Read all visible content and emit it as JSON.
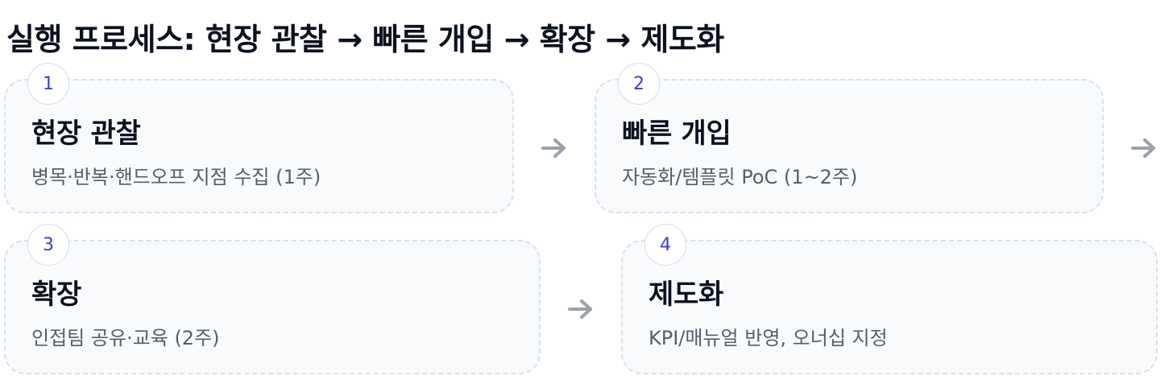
{
  "title": "실행 프로세스: 현장 관찰 → 빠른 개입 → 확장 → 제도화",
  "colors": {
    "card_background": "#f8fafc",
    "card_border": "#d6e0ef",
    "badge_number": "#3b3bd6",
    "arrow": "#9aa1ad",
    "title_text": "#0b1220",
    "desc_text": "#555e6b"
  },
  "steps": [
    {
      "number": "1",
      "title": "현장 관찰",
      "description": "병목·반복·핸드오프 지점 수집 (1주)"
    },
    {
      "number": "2",
      "title": "빠른 개입",
      "description": "자동화/템플릿 PoC (1~2주)"
    },
    {
      "number": "3",
      "title": "확장",
      "description": "인접팀 공유·교육 (2주)"
    },
    {
      "number": "4",
      "title": "제도화",
      "description": "KPI/매뉴얼 반영, 오너십 지정"
    }
  ],
  "connectors": [
    {
      "icon": "arrow-right-icon"
    },
    {
      "icon": "arrow-right-icon"
    },
    {
      "icon": "arrow-right-icon"
    }
  ]
}
